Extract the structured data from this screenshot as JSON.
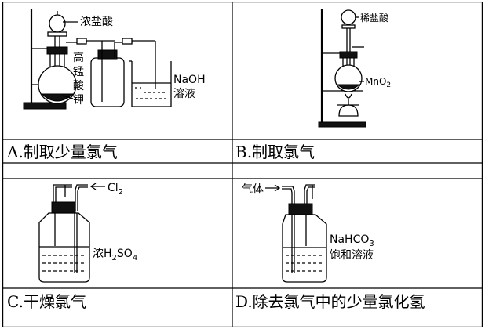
{
  "panels": [
    {
      "caption": "A.制取少量氯气",
      "labels": [
        "浓盐酸",
        "高",
        "锰",
        "酸",
        "钾",
        "NaOH",
        "溶液"
      ]
    },
    {
      "caption": "B.制取氯气",
      "labels": [
        "稀盐酸",
        "MnO",
        "2"
      ]
    },
    {
      "caption": "C.干燥氯气",
      "labels": [
        "Cl",
        "2",
        "浓H",
        "2",
        "SO",
        "4"
      ]
    },
    {
      "caption": "D.除去氯气中的少量氯化氢",
      "labels": [
        "气体",
        "NaHCO",
        "3",
        "饱和溶液"
      ]
    }
  ]
}
